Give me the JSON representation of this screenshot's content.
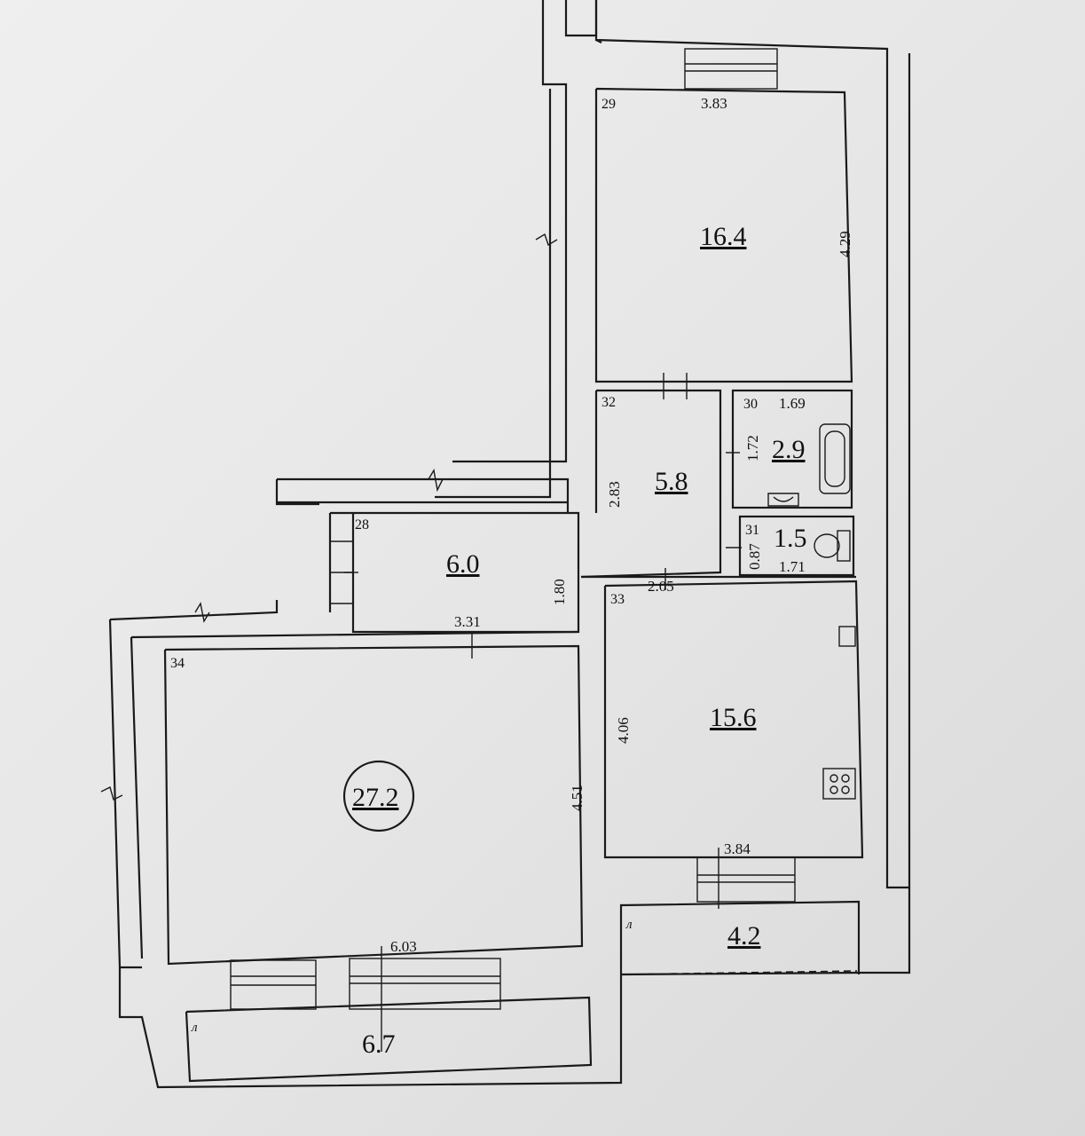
{
  "rooms": [
    {
      "number": "29",
      "area": "16.4",
      "width": "3.83",
      "length": "4.29"
    },
    {
      "number": "32",
      "area": "5.8",
      "width": "2.83"
    },
    {
      "number": "30",
      "area": "2.9",
      "width": "1.69",
      "length": "1.72"
    },
    {
      "number": "31",
      "area": "1.5",
      "width": "1.71",
      "length": "0.87"
    },
    {
      "number": "28",
      "area": "6.0",
      "width": "3.31",
      "length": "1.80"
    },
    {
      "number": "33",
      "area": "15.6",
      "width": "3.84",
      "length": "4.06",
      "extra": "2.05"
    },
    {
      "number": "34",
      "area": "27.2",
      "width": "6.03",
      "length": "4.51"
    }
  ],
  "balconies": [
    {
      "mark": "л",
      "area": "4.2"
    },
    {
      "mark": "л",
      "area": "6.7"
    }
  ],
  "icons": [
    "bathtub-icon",
    "sink-icon",
    "toilet-icon",
    "stove-icon",
    "riser-icon"
  ]
}
